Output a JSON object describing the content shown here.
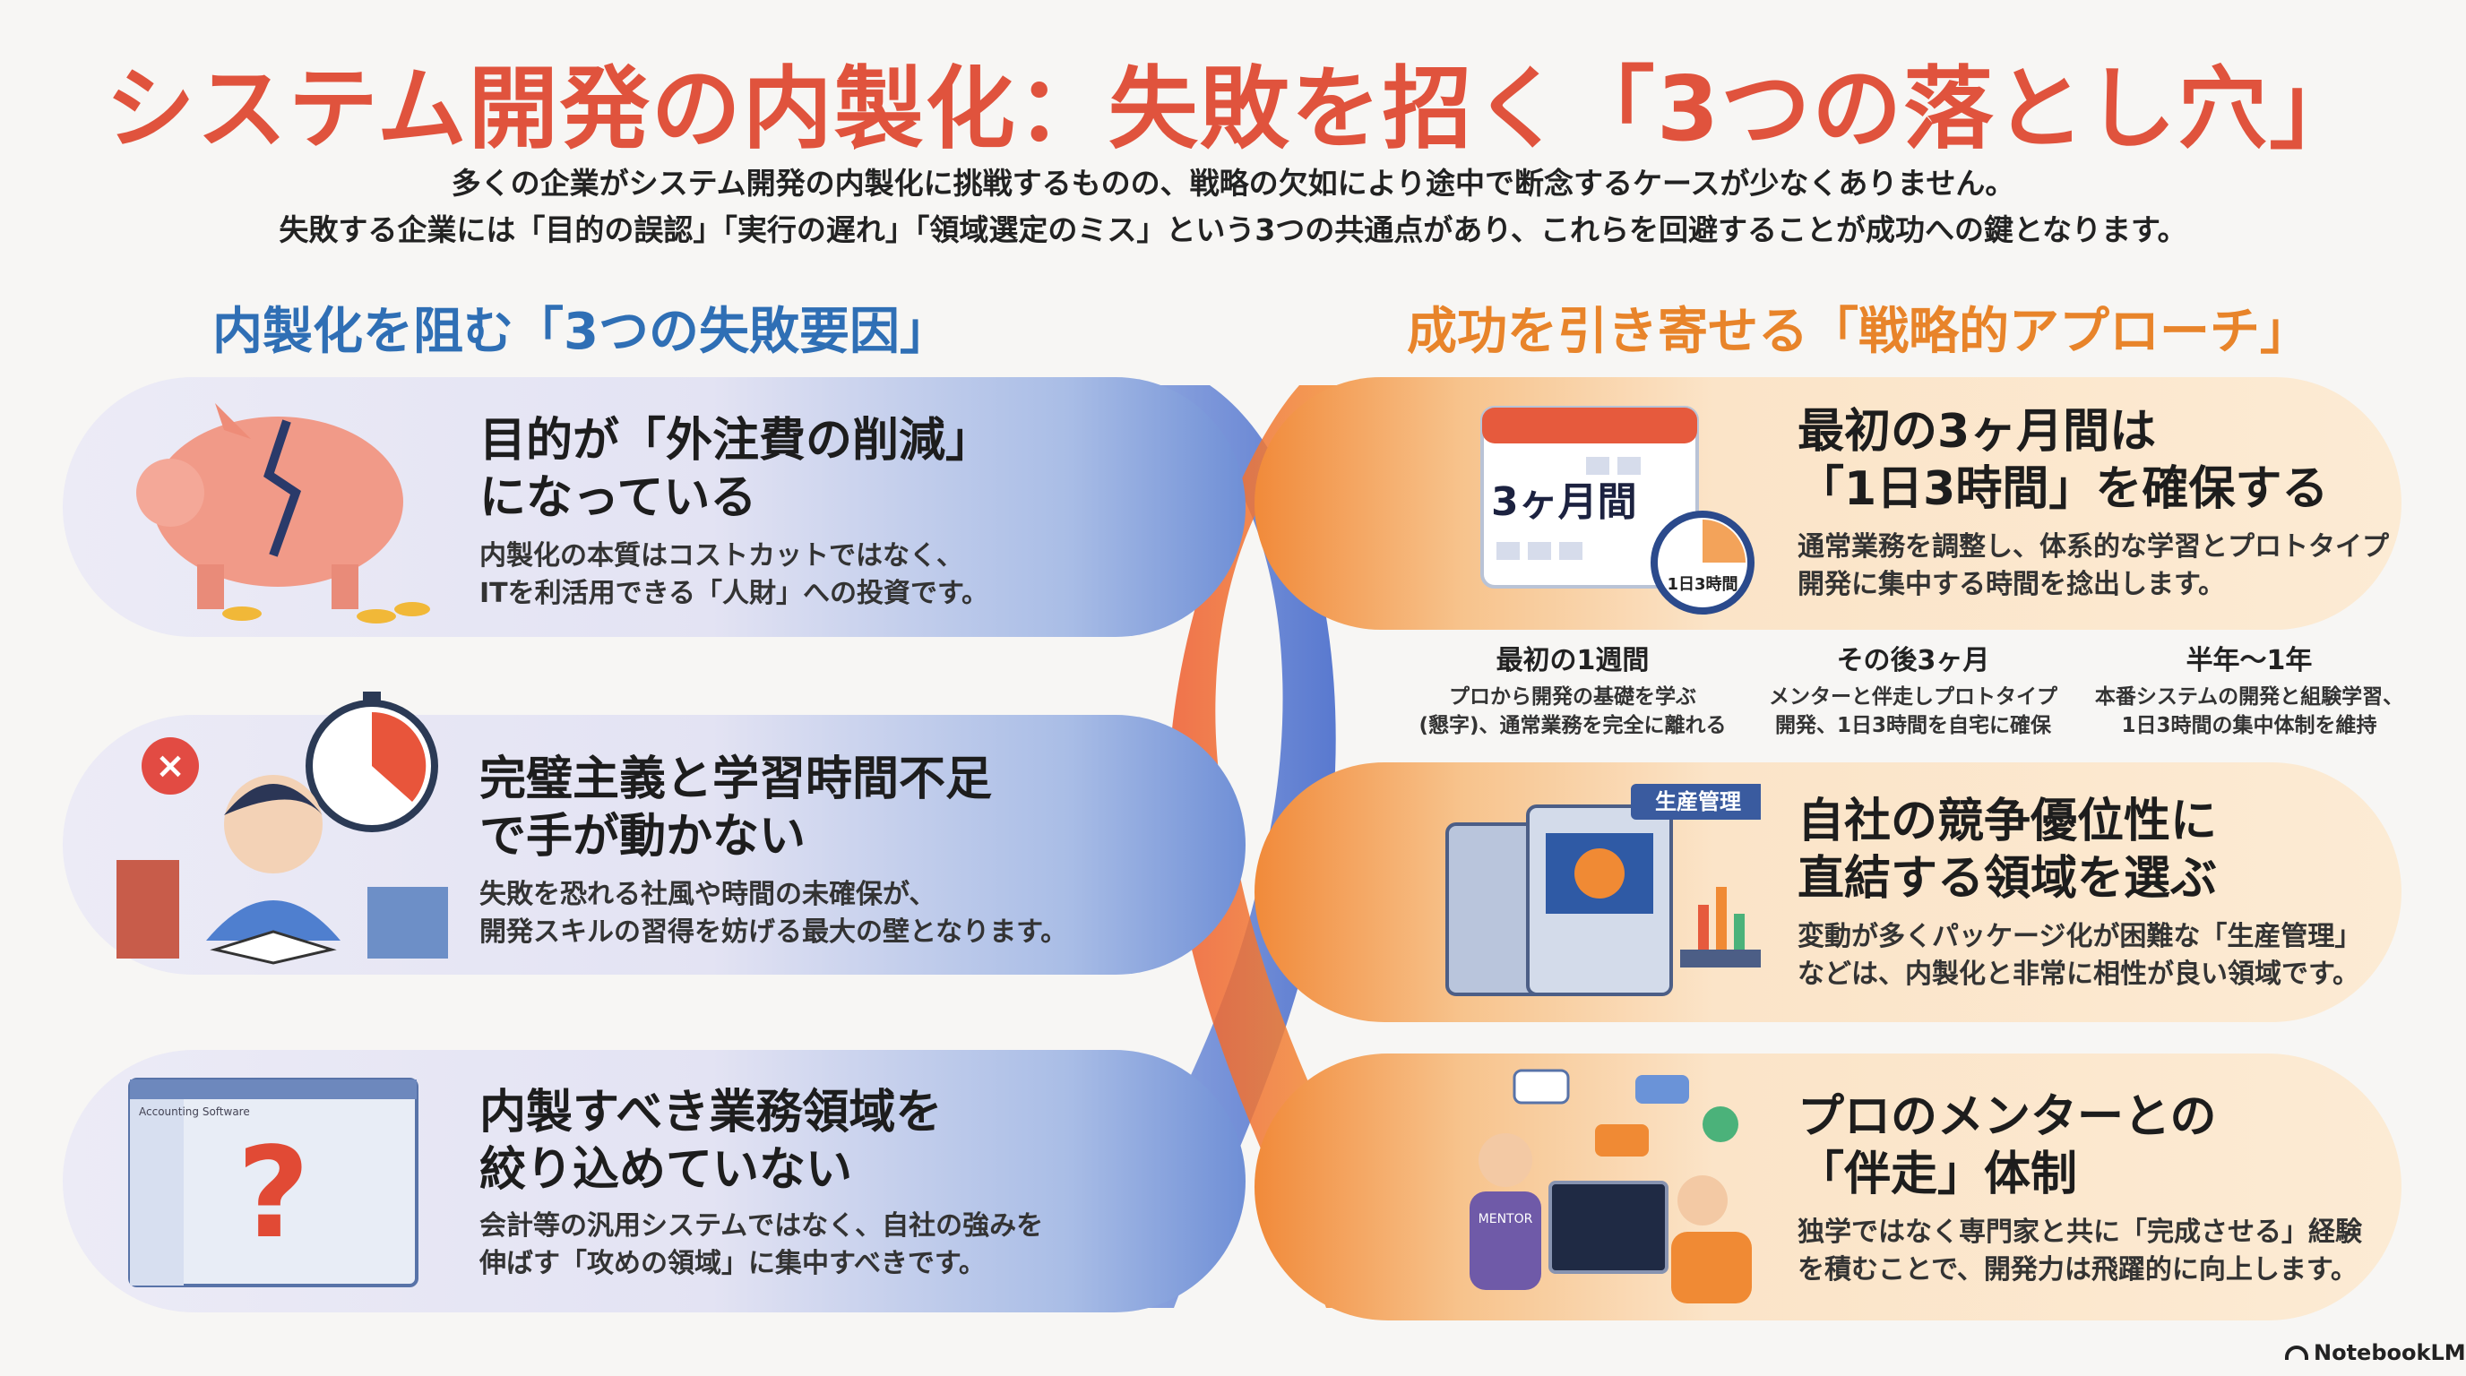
{
  "title": "システム開発の内製化：失敗を招く「3つの落とし穴」",
  "intro": [
    "多くの企業がシステム開発の内製化に挑戦するものの、戦略の欠如により途中で断念するケースが少なくありません。",
    "失敗する企業には「目的の誤認」「実行の遅れ」「領域選定のミス」という3つの共通点があり、これらを回避することが成功への鍵となります。"
  ],
  "left": {
    "heading": "内製化を阻む「3つの失敗要因」",
    "color": "#2f6fb5",
    "cards": [
      {
        "title": [
          "目的が「外注費の削減」",
          "になっている"
        ],
        "body": [
          "内製化の本質はコストカットではなく、",
          "ITを利活用できる「人財」への投資です。"
        ],
        "icon": "broken-piggy-bank"
      },
      {
        "title": [
          "完璧主義と学習時間不足",
          "で手が動かない"
        ],
        "body": [
          "失敗を恐れる社風や時間の未確保が、",
          "開発スキルの習得を妨げる最大の壁となります。"
        ],
        "icon": "worried-person-stopwatch"
      },
      {
        "title": [
          "内製すべき業務領域を",
          "絞り込めていない"
        ],
        "body": [
          "会計等の汎用システムではなく、自社の強みを",
          "伸ばす「攻めの領域」に集中すべきです。"
        ],
        "icon": "software-question",
        "screen_label": "Accounting Software"
      }
    ]
  },
  "right": {
    "heading": "成功を引き寄せる「戦略的アプローチ」",
    "color": "#e8842a",
    "cards": [
      {
        "title": [
          "最初の3ヶ月間は",
          "「1日3時間」を確保する"
        ],
        "body": [
          "通常業務を調整し、体系的な学習とプロトタイプ",
          "開発に集中する時間を捻出します。"
        ],
        "icon": "calendar-clock",
        "calendar_label": "3ヶ月間",
        "clock_label": "1日3時間"
      },
      {
        "title": [
          "自社の競争優位性に",
          "直結する領域を選ぶ"
        ],
        "body": [
          "変動が多くパッケージ化が困難な「生産管理」",
          "などは、内製化と非常に相性が良い領域です。"
        ],
        "icon": "factory-machine",
        "machine_label": "生産管理"
      },
      {
        "title": [
          "プロのメンターとの",
          "「伴走」体制"
        ],
        "body": [
          "独学ではなく専門家と共に「完成させる」経験",
          "を積むことで、開発力は飛躍的に向上します。"
        ],
        "icon": "mentor-developer",
        "badge_label": "MENTOR"
      }
    ],
    "timeline": [
      {
        "label": "最初の1週間",
        "desc": [
          "プロから開発の基礎を学ぶ",
          "(懇字)、通常業務を完全に離れる"
        ]
      },
      {
        "label": "その後3ヶ月",
        "desc": [
          "メンターと伴走しプロトタイプ",
          "開発、1日3時間を自宅に確保"
        ]
      },
      {
        "label": "半年〜1年",
        "desc": [
          "本番システムの開発と組験学習、",
          "1日3時間の集中体制を維持"
        ]
      }
    ]
  },
  "footer": {
    "brand": "NotebookLM"
  }
}
